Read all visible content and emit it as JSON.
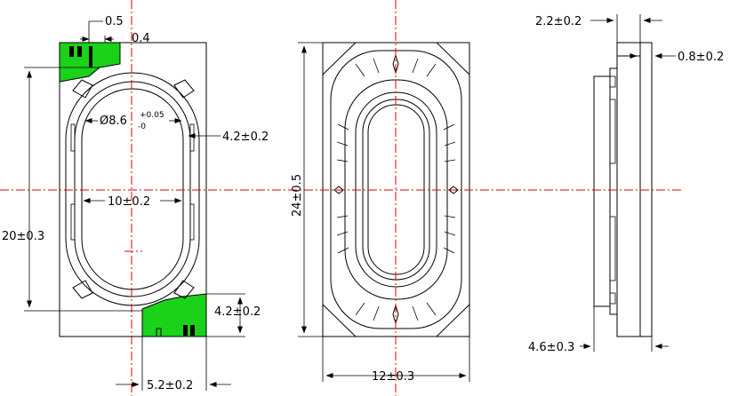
{
  "colors": {
    "outline": "#000000",
    "center_line": "#e00000",
    "solder_pad": "#19d219"
  },
  "dimensions": {
    "pad_width_small": "0.5",
    "pad_gap": "0.4",
    "inner_diameter_prefix": "Ø8.6",
    "inner_diameter_tol_upper": "+0.05",
    "inner_diameter_tol_lower": "-0",
    "cup_width": "4.2±0.2",
    "inner_length": "10±0.2",
    "height_left": "20±0.3",
    "pad_height": "4.2±0.2",
    "pad_width": "5.2±0.2",
    "overall_length": "24±0.5",
    "overall_width": "12±0.3",
    "thickness_top": "2.2±0.2",
    "flange_thickness": "0.8±0.2",
    "total_thickness": "4.6±0.3"
  }
}
